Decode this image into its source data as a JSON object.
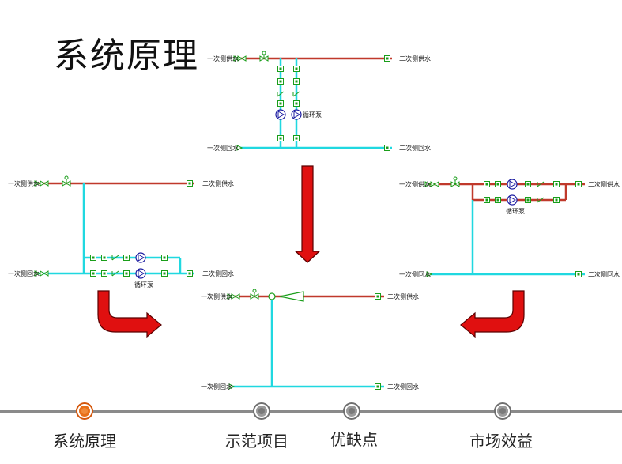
{
  "title": "系统原理",
  "labels": {
    "primary_supply": "一次侧供水",
    "primary_return": "一次侧回水",
    "secondary_supply": "二次侧供水",
    "secondary_return": "二次侧回水",
    "pump": "循环泵"
  },
  "colors": {
    "supply_pipe": "#c0392b",
    "return_pipe": "#20d8e0",
    "arrow": "#e01010",
    "active_step": "#e86f18",
    "inactive_step": "#8a8a8a"
  },
  "timeline": {
    "steps": [
      {
        "label": "系统原理",
        "active": true
      },
      {
        "label": "示范项目",
        "active": false
      },
      {
        "label": "优缺点",
        "active": false
      },
      {
        "label": "市场效益",
        "active": false
      }
    ]
  }
}
